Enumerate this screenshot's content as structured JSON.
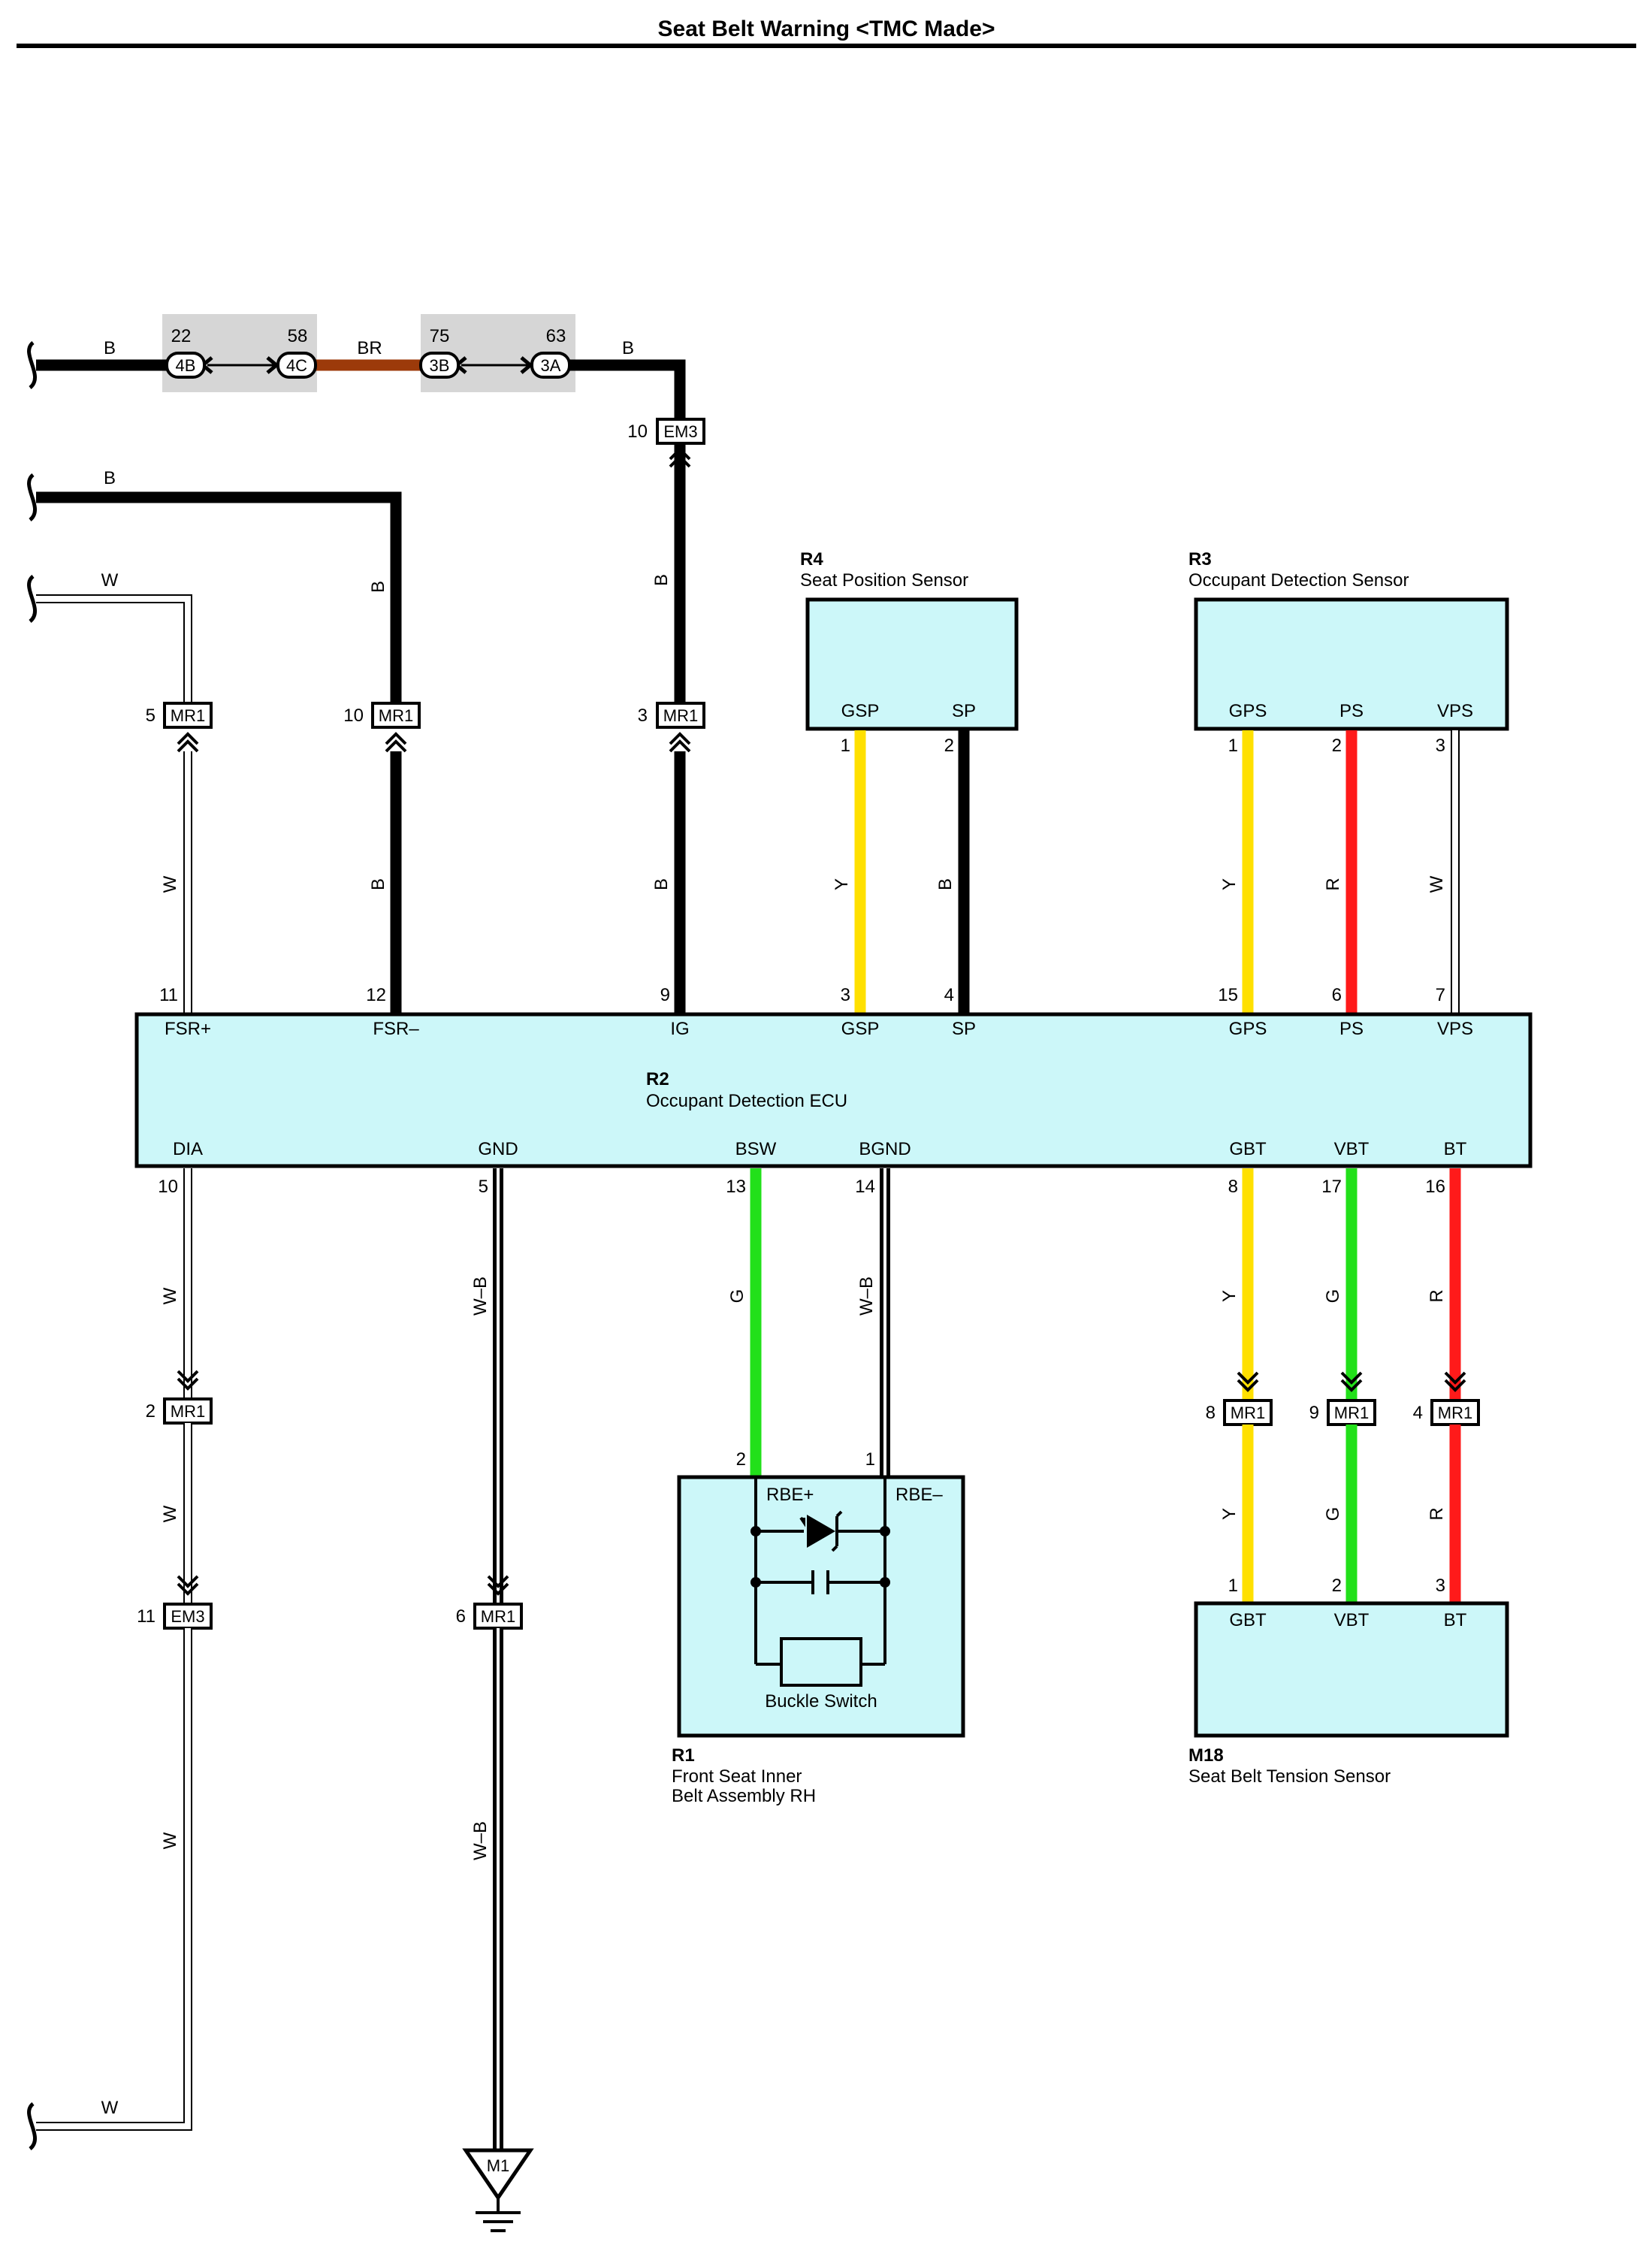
{
  "title": "Seat Belt Warning <TMC Made>",
  "colors": {
    "black": "#000000",
    "white_wire": "#ffffff",
    "yellow": "#ffe000",
    "red": "#ff1a1a",
    "green": "#22e01a",
    "brown": "#9c3a0a",
    "component_fill": "#ccf7f9",
    "splice_fill": "#d6d6d6"
  },
  "components": {
    "R2": {
      "id": "R2",
      "name": "Occupant Detection ECU",
      "top_pins": [
        {
          "pin": "11",
          "label": "FSR+"
        },
        {
          "pin": "12",
          "label": "FSR–"
        },
        {
          "pin": "9",
          "label": "IG"
        },
        {
          "pin": "3",
          "label": "GSP"
        },
        {
          "pin": "4",
          "label": "SP"
        },
        {
          "pin": "15",
          "label": "GPS"
        },
        {
          "pin": "6",
          "label": "PS"
        },
        {
          "pin": "7",
          "label": "VPS"
        }
      ],
      "bottom_pins": [
        {
          "pin": "10",
          "label": "DIA"
        },
        {
          "pin": "5",
          "label": "GND"
        },
        {
          "pin": "13",
          "label": "BSW"
        },
        {
          "pin": "14",
          "label": "BGND"
        },
        {
          "pin": "8",
          "label": "GBT"
        },
        {
          "pin": "17",
          "label": "VBT"
        },
        {
          "pin": "16",
          "label": "BT"
        }
      ]
    },
    "R4": {
      "id": "R4",
      "name": "Seat Position Sensor",
      "pins": [
        {
          "pin": "1",
          "label": "GSP"
        },
        {
          "pin": "2",
          "label": "SP"
        }
      ]
    },
    "R3": {
      "id": "R3",
      "name": "Occupant Detection Sensor",
      "pins": [
        {
          "pin": "1",
          "label": "GPS"
        },
        {
          "pin": "2",
          "label": "PS"
        },
        {
          "pin": "3",
          "label": "VPS"
        }
      ]
    },
    "R1": {
      "id": "R1",
      "name_line1": "Front Seat Inner",
      "name_line2": "Belt Assembly RH",
      "pins": [
        {
          "pin": "2",
          "label": "RBE+"
        },
        {
          "pin": "1",
          "label": "RBE–"
        }
      ],
      "inner_label": "Buckle Switch"
    },
    "M18": {
      "id": "M18",
      "name": "Seat Belt Tension Sensor",
      "pins": [
        {
          "pin": "1",
          "label": "GBT"
        },
        {
          "pin": "2",
          "label": "VBT"
        },
        {
          "pin": "3",
          "label": "BT"
        }
      ]
    }
  },
  "splices": {
    "left": {
      "pins": [
        "22",
        "58"
      ],
      "connectors": [
        "4B",
        "4C"
      ]
    },
    "right": {
      "pins": [
        "75",
        "63"
      ],
      "connectors": [
        "3B",
        "3A"
      ]
    }
  },
  "connectors": {
    "em3_top": {
      "pin": "10",
      "name": "EM3"
    },
    "mr1_fsrp": {
      "pin": "5",
      "name": "MR1"
    },
    "mr1_fsrm": {
      "pin": "10",
      "name": "MR1"
    },
    "mr1_ig": {
      "pin": "3",
      "name": "MR1"
    },
    "mr1_dia": {
      "pin": "2",
      "name": "MR1"
    },
    "em3_dia": {
      "pin": "11",
      "name": "EM3"
    },
    "mr1_gnd": {
      "pin": "6",
      "name": "MR1"
    },
    "mr1_gbt": {
      "pin": "8",
      "name": "MR1"
    },
    "mr1_vbt": {
      "pin": "9",
      "name": "MR1"
    },
    "mr1_bt": {
      "pin": "4",
      "name": "MR1"
    },
    "ground": {
      "name": "M1"
    }
  },
  "wire_colors": {
    "top_b_left": "B",
    "top_br": "BR",
    "top_b_right": "B",
    "second_b": "B",
    "w_top": "W",
    "w_bottom": "W",
    "fsrm_upper": "B",
    "fsrm_lower": "B",
    "ig_upper": "B",
    "ig_lower": "B",
    "fsrp": "W",
    "gsp": "Y",
    "sp": "B",
    "gps": "Y",
    "ps": "R",
    "vps": "W",
    "dia_1": "W",
    "dia_2": "W",
    "dia_3": "W",
    "gnd_1": "W–B",
    "gnd_2": "W–B",
    "bsw": "G",
    "bgnd": "W–B",
    "gbt_1": "Y",
    "vbt_1": "G",
    "bt_1": "R",
    "gbt_2": "Y",
    "vbt_2": "G",
    "bt_2": "R"
  }
}
